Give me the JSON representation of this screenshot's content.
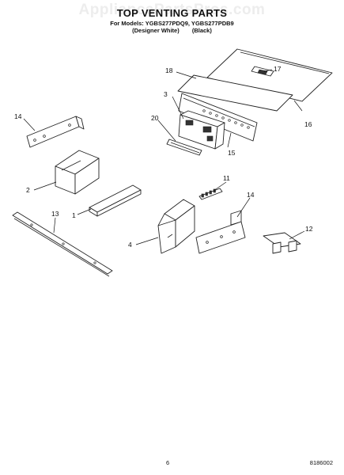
{
  "watermark": "AppliancePartsPros.com",
  "title": "TOP VENTING PARTS",
  "models_line": "For Models: YGBS277PDQ9, YGBS277PDB9",
  "variants": [
    "(Designer White)",
    "(Black)"
  ],
  "callouts": {
    "p1": "1",
    "p2": "2",
    "p3": "3",
    "p4": "4",
    "p11": "11",
    "p12": "12",
    "p13": "13",
    "p14a": "14",
    "p14b": "14",
    "p15": "15",
    "p16": "16",
    "p17": "17",
    "p18": "18",
    "p20": "20"
  },
  "footer": {
    "page_number": "6",
    "document_number": "8186002"
  }
}
